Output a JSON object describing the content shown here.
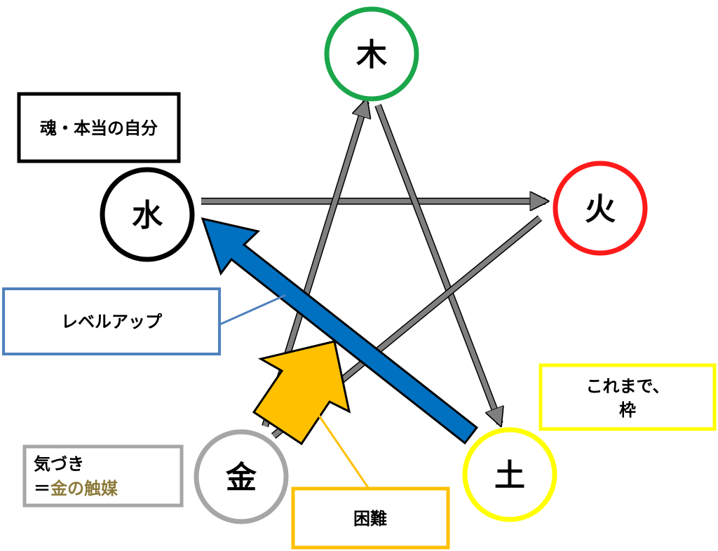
{
  "elements": {
    "wood": {
      "label": "木",
      "color": "#1aa64a"
    },
    "fire": {
      "label": "火",
      "color": "#ff1a1a"
    },
    "earth": {
      "label": "土",
      "color": "#ffff00"
    },
    "metal": {
      "label": "金",
      "color": "#a6a6a6"
    },
    "water": {
      "label": "水",
      "color": "#000000"
    }
  },
  "callouts": {
    "soul": {
      "text": "魂・本当の自分",
      "border": "#000000"
    },
    "levelup": {
      "text": "レベルアップ",
      "border": "#4f81bd"
    },
    "frame": {
      "line1": "これまで、",
      "line2": "枠",
      "border": "#ffff00"
    },
    "awareness": {
      "line1": "気づき",
      "line2_prefix": "＝",
      "line2_highlight": "金の触媒",
      "border": "#a6a6a6",
      "highlight_color": "#8c7a3a"
    },
    "difficulty": {
      "text": "困難",
      "border": "#ffc000"
    }
  },
  "arrows": {
    "generation_color": "#7f7f7f",
    "levelup_color": "#0070c0",
    "difficulty_color": "#ffc000"
  }
}
